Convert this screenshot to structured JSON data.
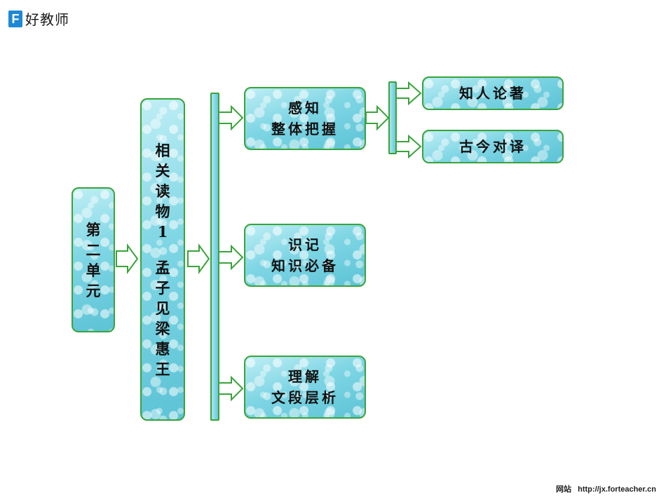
{
  "brand": {
    "logo_letter": "F",
    "name": "好教师"
  },
  "root": {
    "label": "第二单元"
  },
  "lesson": {
    "line1": "相关读物1",
    "line2": "孟子见梁惠王"
  },
  "sections": [
    {
      "line1": "感知",
      "line2": "整体把握"
    },
    {
      "line1": "识记",
      "line2": "知识必备"
    },
    {
      "line1": "理解",
      "line2": "文段层析"
    }
  ],
  "subsections": [
    "知人论著",
    "古今对译"
  ],
  "footer": {
    "label": "网站",
    "url": "http://jx.forteacher.cn"
  },
  "colors": {
    "border": "#3aa33a",
    "fill": "#7fd6e4",
    "arrow_fill": "#ffffff"
  }
}
